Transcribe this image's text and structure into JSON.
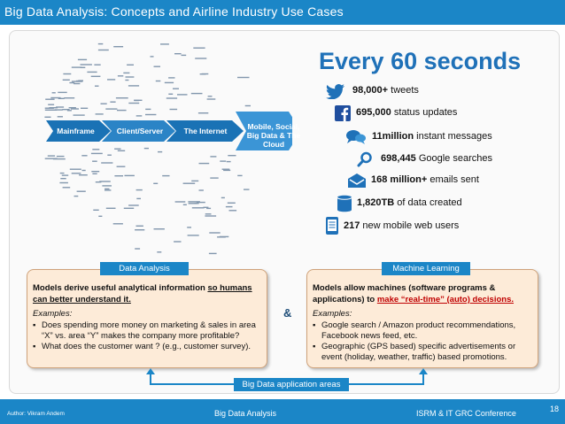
{
  "header": {
    "title": "Big Data Analysis: Concepts and Airline Industry Use Cases"
  },
  "evolution": {
    "stages": [
      "Mainframe",
      "Client/Server",
      "The Internet",
      "Mobile, Social, Big Data & The Cloud"
    ],
    "colors": {
      "arrow": "#1a72b5",
      "arrow_light": "#3b95d6",
      "word": "#6e86a0"
    }
  },
  "every60": {
    "title": "Every 60 seconds",
    "stats": [
      {
        "icon": "twitter-bird-icon",
        "value": "98,000+",
        "text": "tweets"
      },
      {
        "icon": "facebook-icon",
        "value": "695,000",
        "text": "status updates"
      },
      {
        "icon": "chat-bubbles-icon",
        "value": "11million",
        "text": "instant messages"
      },
      {
        "icon": "magnifier-icon",
        "value": "698,445",
        "text": "Google searches"
      },
      {
        "icon": "email-icon",
        "value": "168 million+",
        "text": "emails sent"
      },
      {
        "icon": "database-icon",
        "value": "1,820TB",
        "text": "of data created"
      },
      {
        "icon": "mobile-phone-icon",
        "value": "217",
        "text": "new mobile web users"
      }
    ]
  },
  "data_analysis": {
    "tag": "Data Analysis",
    "lead_a": "Models derive useful analytical information ",
    "lead_b": "so humans can better understand it.",
    "examples_label": "Examples:",
    "bullets": [
      "Does spending more money on  marketing & sales in area “X” vs. area “Y” makes the company more profitable?",
      "What does the customer want ? (e.g., customer survey)."
    ]
  },
  "amp": "&",
  "machine_learning": {
    "tag": "Machine Learning",
    "lead_a": "Models allow machines (software programs & applications) to ",
    "lead_b": "make “real-time” (auto) decisions.",
    "examples_label": "Examples:",
    "bullets": [
      "Google search / Amazon product recommendations, Facebook news feed, etc.",
      "Geographic (GPS based) specific advertisements or event (holiday, weather, traffic) based promotions."
    ]
  },
  "application_areas": "Big Data application areas",
  "footer": {
    "author": "Author: Vikram Andem",
    "center": "Big Data Analysis",
    "conference": "ISRM & IT GRC Conference",
    "page": "18"
  },
  "colors": {
    "brand": "#1b86c7",
    "box_fill": "#fdebd8",
    "title_blue": "#1f71b8",
    "emphasis_red": "#c00000"
  }
}
